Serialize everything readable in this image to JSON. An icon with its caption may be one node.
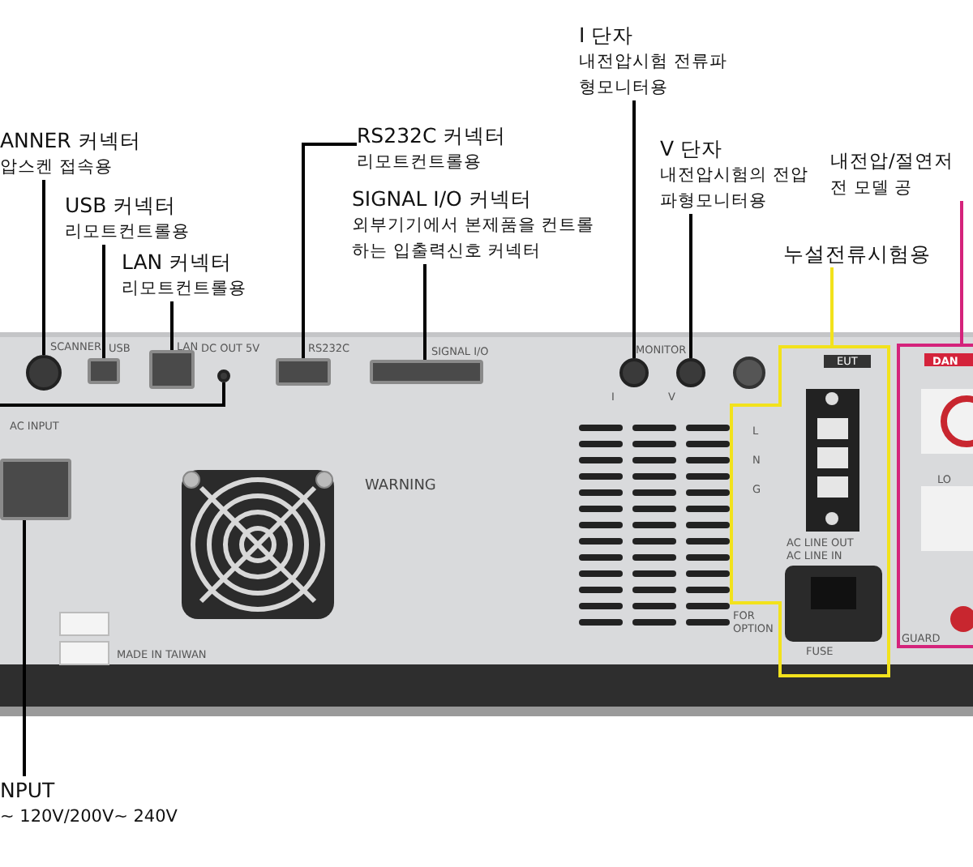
{
  "diagram": {
    "nodes": [
      {
        "text": [
          "ANNER 커넥터",
          "압스켄 접속용"
        ]
      },
      {
        "text": [
          "USB 커넥터",
          "리모트컨트롤용"
        ]
      },
      {
        "text": [
          "LAN 커넥터",
          "리모트컨트롤용"
        ]
      },
      {
        "text": [
          "RS232C 커넥터",
          "리모트컨트롤용"
        ]
      },
      {
        "text": [
          "SIGNAL I/O 커넥터",
          "외부기기에서 본제품을 컨트롤 하는 입출력신호 커넥터"
        ]
      },
      {
        "text": [
          "I 단자",
          "내전압시험 전류파형모니터용"
        ]
      },
      {
        "text": [
          "V 단자",
          "내전압시험의 전압파형모니터용"
        ]
      },
      {
        "text": [
          "누설전류시험용"
        ]
      },
      {
        "text": [
          "내전압/절연저",
          "전 모델 공"
        ]
      },
      {
        "text": [
          "NPUT",
          "~ 120V/200V~ 240V"
        ]
      },
      {
        "text": [],
        "shape": "circle"
      },
      {
        "text": [],
        "shape": "box"
      },
      {
        "text": [],
        "shape": "box"
      },
      {
        "text": [],
        "shape": "circle"
      },
      {
        "text": [],
        "shape": "box"
      },
      {
        "text": [],
        "shape": "box"
      },
      {
        "text": [],
        "shape": "circle"
      },
      {
        "text": [],
        "shape": "circle"
      },
      {
        "text": [],
        "shape": "box"
      },
      {
        "text": [],
        "shape": "box"
      },
      {
        "text": [],
        "shape": "box"
      }
    ],
    "edges": [
      {
        "from": 0,
        "to": 10,
        "arrow": "none"
      },
      {
        "from": 1,
        "to": 11,
        "arrow": "none"
      },
      {
        "from": 2,
        "to": 12,
        "arrow": "none"
      },
      {
        "from": null,
        "to": 13,
        "arrow": "none"
      },
      {
        "from": 3,
        "to": 14,
        "arrow": "none"
      },
      {
        "from": 4,
        "to": 15,
        "arrow": "none"
      },
      {
        "from": 5,
        "to": 16,
        "arrow": "none"
      },
      {
        "from": 6,
        "to": 17,
        "arrow": "none"
      },
      {
        "from": 7,
        "to": 18,
        "arrow": "none",
        "color": "#f2e21c"
      },
      {
        "from": 8,
        "to": 19,
        "arrow": "none",
        "color": "#d4237b"
      },
      {
        "from": 9,
        "to": 20,
        "arrow": "none"
      }
    ],
    "labels": [
      "SCANNER",
      "USB",
      "LAN",
      "DC OUT 5V",
      "RS232C",
      "SIGNAL I/O",
      "MONITOR",
      "I",
      "V",
      "AC INPUT",
      "WARNING",
      "EUT",
      "L",
      "N",
      "G",
      "AC LINE OUT",
      "AC LINE IN",
      "FOR OPTION",
      "FUSE",
      "DAN",
      "LO",
      "GUARD",
      "MADE IN TAIWAN"
    ]
  }
}
